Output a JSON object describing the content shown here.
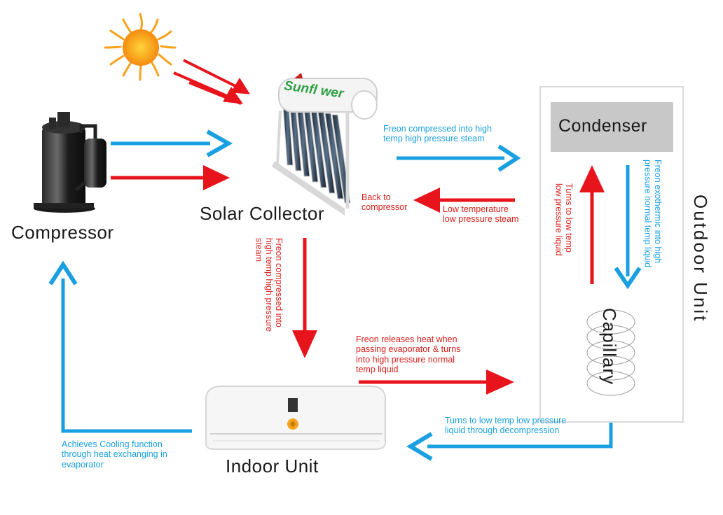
{
  "labels": {
    "compressor": "Compressor",
    "solar_collector": "Solar Collector",
    "indoor_unit": "Indoor  Unit",
    "outdoor_unit": "Outdoor  Unit",
    "condenser": "Condenser",
    "capillary": "Capillary",
    "brand": "Sunfl wer"
  },
  "notes": {
    "freon_compressed_steam": "Freon compressed into high\ntemp high pressure steam",
    "back_to_compressor": "Back to\ncompressor",
    "low_temp_steam": "Low temperature\nlow pressure steam",
    "freon_compressed_vertical": "Freon compressed into\nhigh temp high pressure\nsteam",
    "freon_releases_heat": "Freon releases heat when\npassing evaporator & turns\ninto high pressure normal\ntemp liquid",
    "turns_low_temp_liquid": "Turns to low temp\nlow pressure liquid",
    "freon_exothermic": "Freon exothermic into high\npressure normal  temp liquid",
    "turns_low_temp_decompression": "Turns to low temp low pressure\nliquid through decompression",
    "achieves_cooling": "Achieves Cooling function\nthrough heat exchanging in\nevaporator"
  },
  "colors": {
    "blue_flow": "#1aa0e0",
    "red_flow": "#e8141c",
    "condenser_box": "#c8c8c8",
    "sun": "#f7a21b"
  },
  "icons": [
    "sun-icon",
    "compressor-icon",
    "solar-collector-icon",
    "indoor-unit-icon"
  ]
}
